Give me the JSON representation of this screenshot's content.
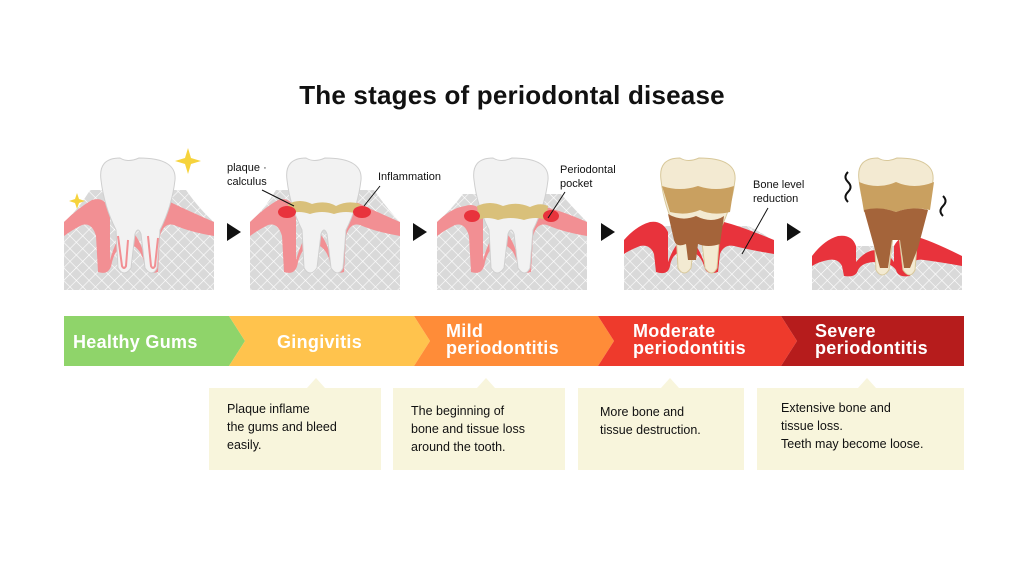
{
  "title": "The stages of periodontal disease",
  "labels": {
    "plaque_line1": "plaque ·",
    "plaque_line2": "calculus",
    "inflammation": "Inflammation",
    "pocket_line1": "Periodontal",
    "pocket_line2": "pocket",
    "bone_line1": "Bone level",
    "bone_line2": "reduction"
  },
  "stages": [
    {
      "line1": "Healthy Gums",
      "line2": "",
      "color": "#8fd46a"
    },
    {
      "line1": "Gingivitis",
      "line2": "",
      "color": "#ffc34d"
    },
    {
      "line1": "Mild",
      "line2": "periodontitis",
      "color": "#ff8c38"
    },
    {
      "line1": "Moderate",
      "line2": "periodontitis",
      "color": "#ee3a2c"
    },
    {
      "line1": "Severe",
      "line2": "periodontitis",
      "color": "#b61c1c"
    }
  ],
  "notes": [
    {
      "line1": "Plaque inflame",
      "line2": "the gums and bleed",
      "line3": "easily."
    },
    {
      "line1": "The beginning of",
      "line2": "bone and tissue loss",
      "line3": "around the tooth."
    },
    {
      "line1": "More bone and",
      "line2": "tissue destruction.",
      "line3": ""
    },
    {
      "line1": "Extensive bone and",
      "line2": "tissue loss.",
      "line3": "Teeth may become loose."
    }
  ],
  "colors": {
    "gum": "#f28f93",
    "gum_inflamed": "#e8333c",
    "bone": "#d9d9d9",
    "tooth": "#f2f2f2",
    "plaque": "#d9c07a",
    "sparkle": "#f6d33c",
    "note_bg": "#f8f5dc"
  },
  "icons": [
    "sparkle-icon",
    "arrow-right-icon",
    "wobble-icon"
  ]
}
